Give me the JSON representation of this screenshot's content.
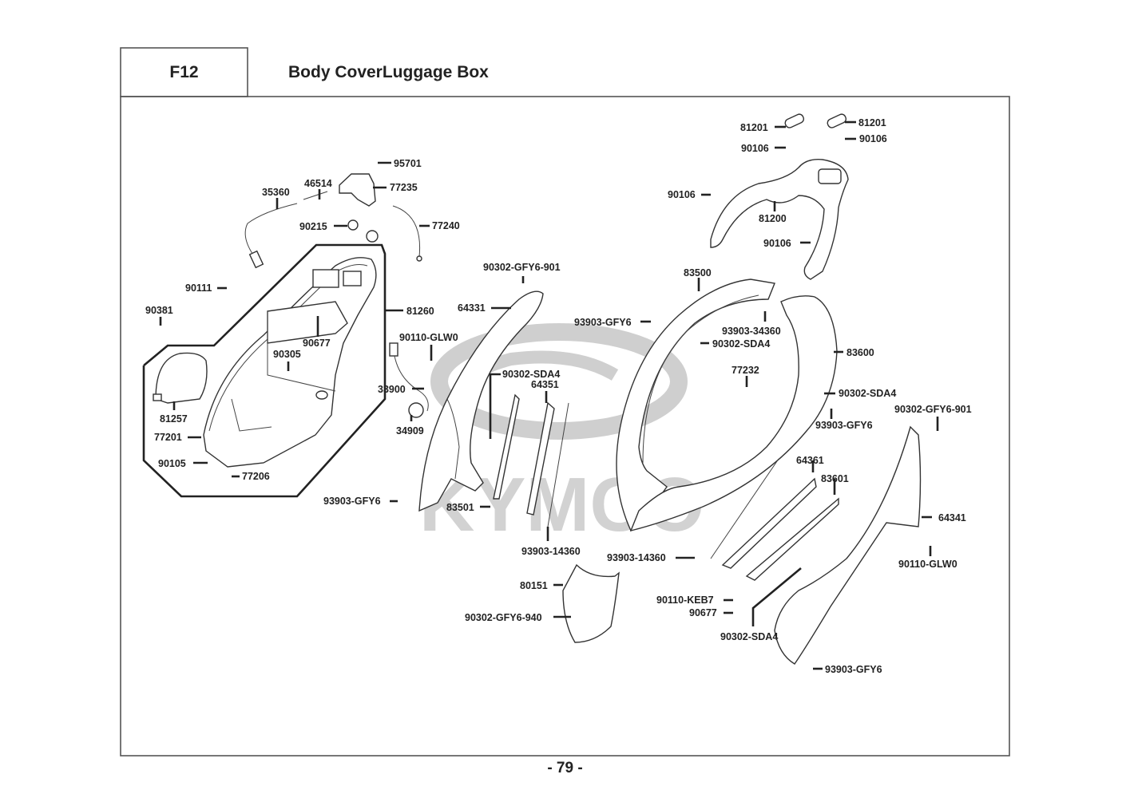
{
  "header": {
    "section_code": "F12",
    "title": "Body CoverLuggage Box"
  },
  "page_number": "- 79 -",
  "watermark": {
    "brand": "KYMCO",
    "color": "#cfcfcf"
  },
  "colors": {
    "ink": "#222222",
    "frame": "#555555",
    "background": "#ffffff"
  },
  "labels": {
    "p95701": "95701",
    "p46514": "46514",
    "p77235": "77235",
    "p35360": "35360",
    "p90215": "90215",
    "p77240": "77240",
    "p90111": "90111",
    "p90381": "90381",
    "p81260": "81260",
    "p90677a": "90677",
    "p90305": "90305",
    "p81257": "81257",
    "p77201": "77201",
    "p90105": "90105",
    "p77206": "77206",
    "p90302gfy6901a": "90302-GFY6-901",
    "p64331": "64331",
    "p90110glw0a": "90110-GLW0",
    "p33900": "33900",
    "p34909": "34909",
    "p90302sda4a": "90302-SDA4",
    "p64351": "64351",
    "p93903gfy6a": "93903-GFY6",
    "p83501": "83501",
    "p93903_14360a": "93903-14360",
    "p80151": "80151",
    "p90302gfy6940": "90302-GFY6-940",
    "p81201a": "81201",
    "p81201b": "81201",
    "p90106a": "90106",
    "p90106b": "90106",
    "p90106c": "90106",
    "p81200": "81200",
    "p90106d": "90106",
    "p83500": "83500",
    "p93903gfy6b": "93903-GFY6",
    "p93903_34360": "93903-34360",
    "p90302sda4b": "90302-SDA4",
    "p83600": "83600",
    "p77232": "77232",
    "p90302sda4c": "90302-SDA4",
    "p93903gfy6c": "93903-GFY6",
    "p90302gfy6901b": "90302-GFY6-901",
    "p64361": "64361",
    "p83601": "83601",
    "p64341": "64341",
    "p93903_14360b": "93903-14360",
    "p90110glw0b": "90110-GLW0",
    "p90110keb7": "90110-KEB7",
    "p90677b": "90677",
    "p90302sda4d": "90302-SDA4",
    "p93903gfy6d": "93903-GFY6"
  }
}
